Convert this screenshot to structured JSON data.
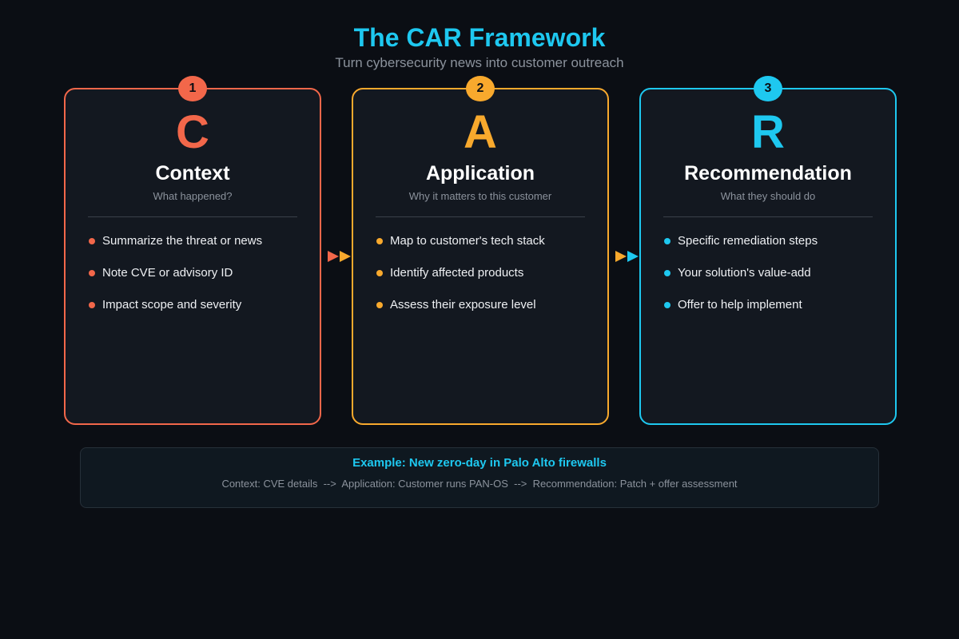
{
  "title": "The CAR Framework",
  "subtitle": "Turn cybersecurity news into customer outreach",
  "colors": {
    "background": "#0b0e14",
    "card_bg": "#131820",
    "context": "#f2674a",
    "application": "#f8a92d",
    "recommendation": "#1ec8f0"
  },
  "cards": [
    {
      "number": "1",
      "letter": "C",
      "name": "Context",
      "description": "What happened?",
      "bullets": [
        "Summarize the threat or news",
        "Note CVE or advisory ID",
        "Impact scope and severity"
      ]
    },
    {
      "number": "2",
      "letter": "A",
      "name": "Application",
      "description": "Why it matters to this customer",
      "bullets": [
        "Map to customer's tech stack",
        "Identify affected products",
        "Assess their exposure level"
      ]
    },
    {
      "number": "3",
      "letter": "R",
      "name": "Recommendation",
      "description": "What they should do",
      "bullets": [
        "Specific remediation steps",
        "Your solution's value-add",
        "Offer to help implement"
      ]
    }
  ],
  "example": {
    "title": "Example: New zero-day in Palo Alto firewalls",
    "flow": "Context: CVE details  -->  Application: Customer runs PAN-OS  -->  Recommendation: Patch + offer assessment"
  }
}
